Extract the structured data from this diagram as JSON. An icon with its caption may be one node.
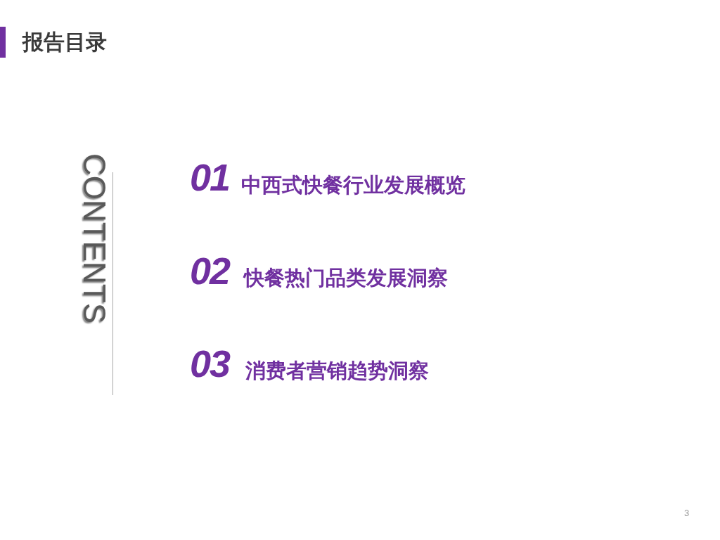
{
  "diagram": {
    "title": "报告目录",
    "labels": [
      "CONTENTS",
      "01",
      "中西式快餐行业发展概览",
      "02",
      "快餐热门品类发展洞察",
      "03",
      "消费者营销趋势洞察",
      "3"
    ]
  }
}
